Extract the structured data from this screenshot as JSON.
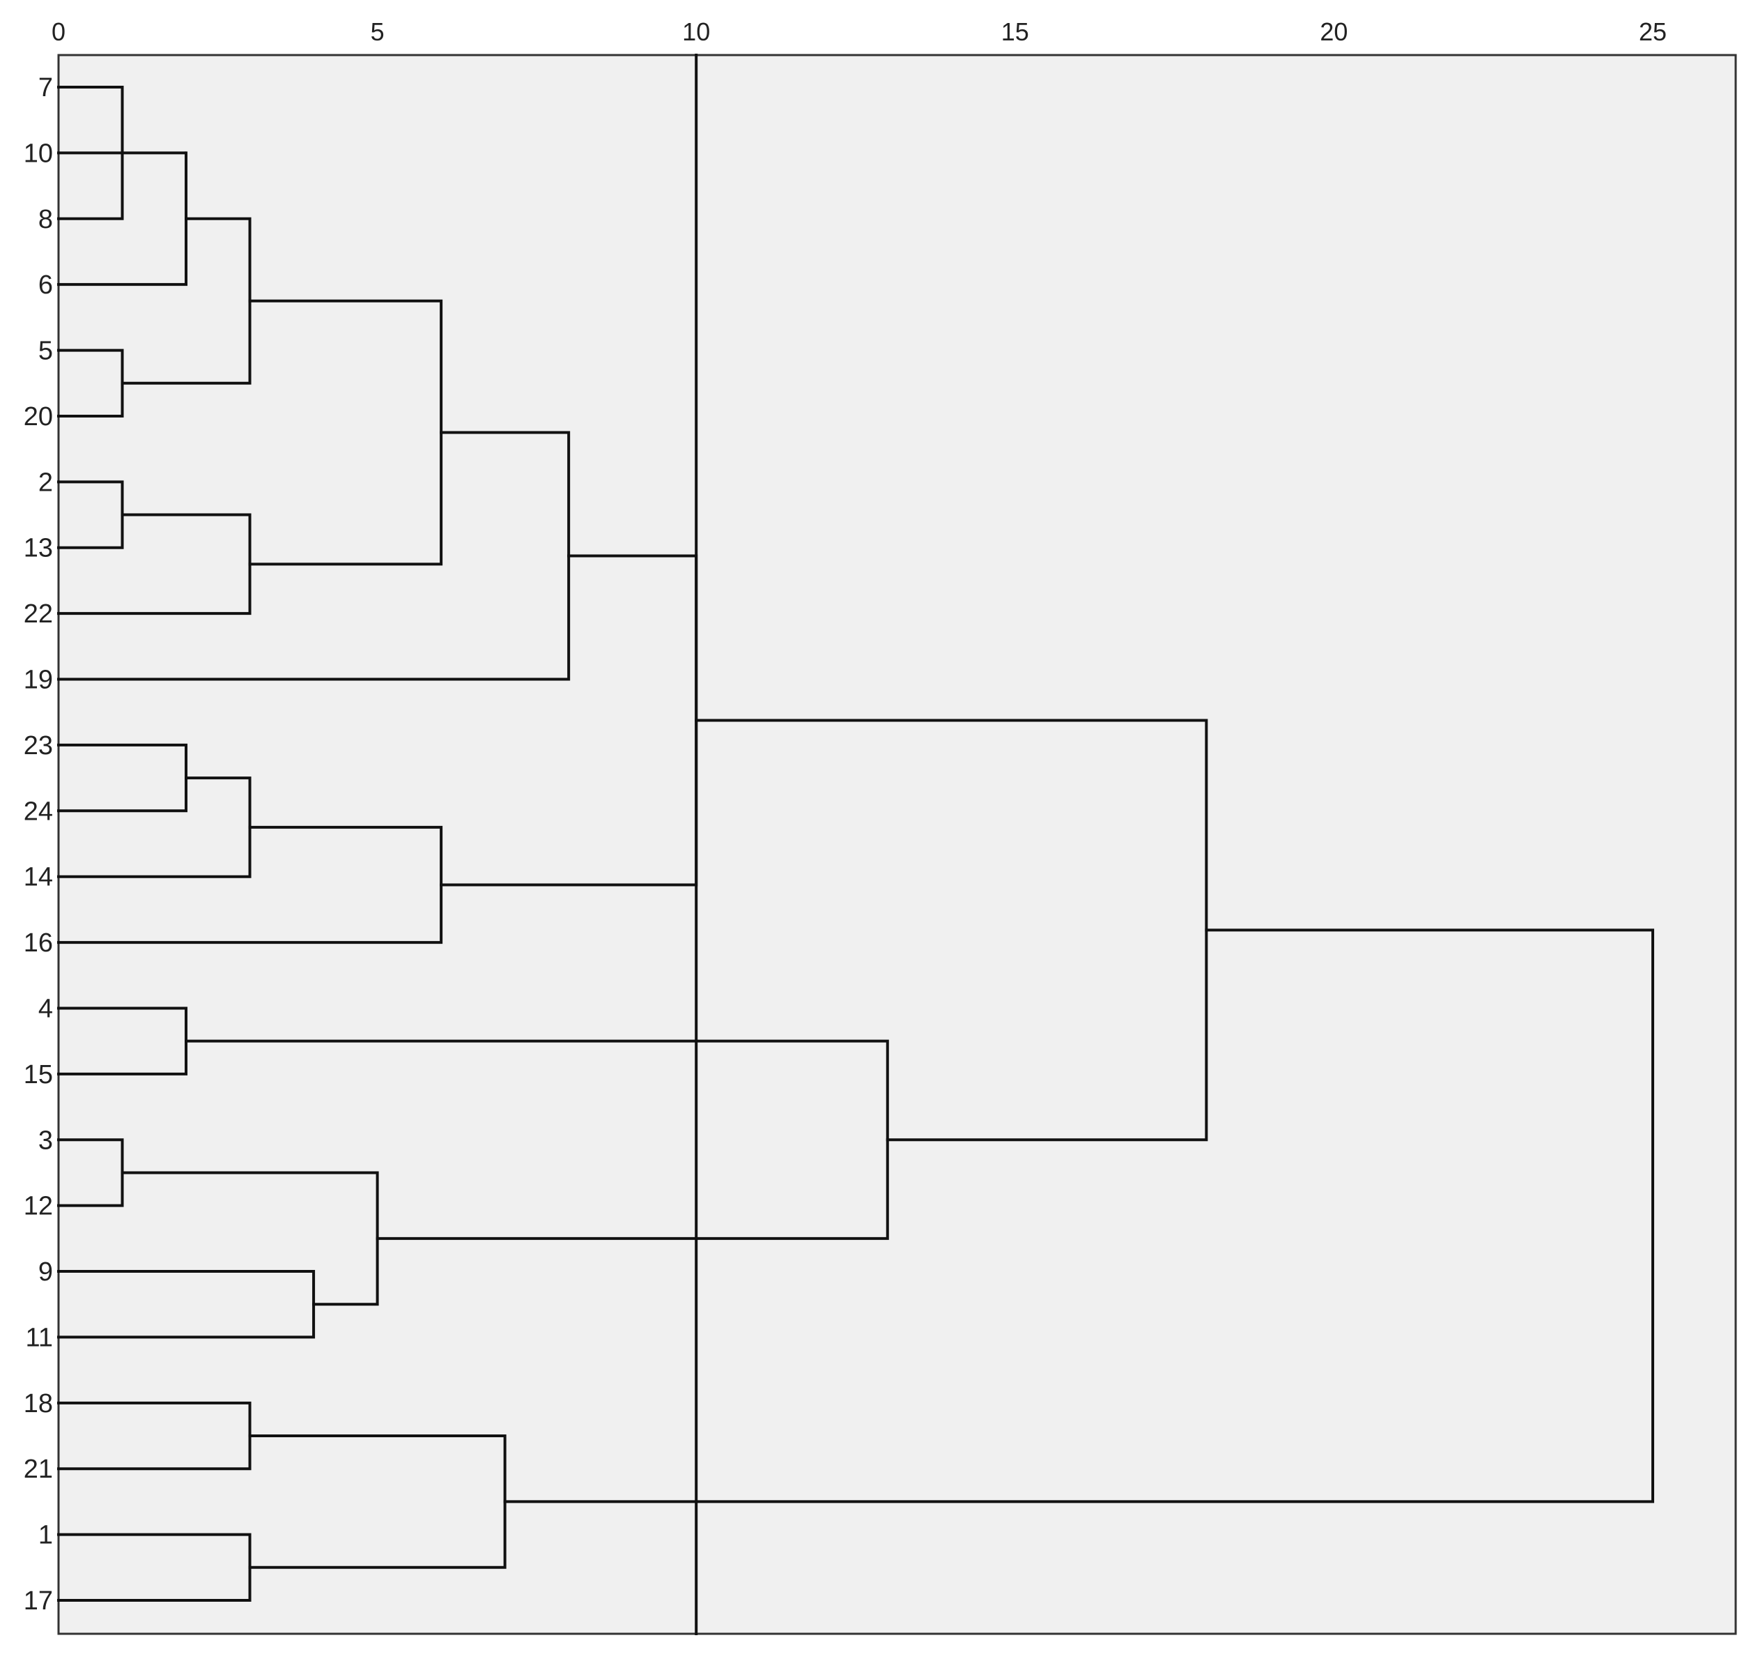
{
  "chart_data": {
    "type": "dendrogram",
    "title": "",
    "xlabel": "",
    "ylabel": "",
    "xlim": [
      0,
      26.3
    ],
    "x_ticks": [
      0,
      5,
      10,
      15,
      20,
      25
    ],
    "x_tick_labels": [
      "0",
      "5",
      "10",
      "15",
      "20",
      "25"
    ],
    "leaf_labels": [
      "7",
      "10",
      "8",
      "6",
      "5",
      "20",
      "2",
      "13",
      "22",
      "19",
      "23",
      "24",
      "14",
      "16",
      "4",
      "15",
      "3",
      "12",
      "9",
      "11",
      "18",
      "21",
      "1",
      "17"
    ],
    "merges": [
      {
        "children": [
          "7",
          "8"
        ],
        "height": 1
      },
      {
        "children": [
          "5",
          "20"
        ],
        "height": 1
      },
      {
        "children": [
          "2",
          "13"
        ],
        "height": 1
      },
      {
        "children": [
          "3",
          "12"
        ],
        "height": 1
      },
      {
        "children": [
          "10",
          "{7,8}"
        ],
        "height": 2
      },
      {
        "children": [
          "23",
          "24"
        ],
        "height": 2
      },
      {
        "children": [
          "4",
          "15"
        ],
        "height": 2
      },
      {
        "children": [
          "{7,8,10}",
          "6"
        ],
        "height": 2
      },
      {
        "children": [
          "{6,7,8,10}",
          "{5,20}"
        ],
        "height": 3
      },
      {
        "children": [
          "{2,13}",
          "22"
        ],
        "height": 3
      },
      {
        "children": [
          "{23,24}",
          "14"
        ],
        "height": 3
      },
      {
        "children": [
          "18",
          "21"
        ],
        "height": 3
      },
      {
        "children": [
          "1",
          "17"
        ],
        "height": 3
      },
      {
        "children": [
          "9",
          "11"
        ],
        "height": 4
      },
      {
        "children": [
          "{3,12}",
          "{9,11}"
        ],
        "height": 5
      },
      {
        "children": [
          "{5,6,7,8,10,20}",
          "{2,13,22}"
        ],
        "height": 6
      },
      {
        "children": [
          "{14,23,24}",
          "16"
        ],
        "height": 6
      },
      {
        "children": [
          "{18,21}",
          "{1,17}"
        ],
        "height": 7
      },
      {
        "children": [
          "{2,5,6,7,8,10,13,20,22}",
          "19"
        ],
        "height": 8
      },
      {
        "children": [
          "{2,5,6,7,8,10,13,19,20,22}",
          "{14,16,23,24}"
        ],
        "height": 10
      },
      {
        "children": [
          "{4,15}",
          "{3,9,11,12}"
        ],
        "height": 13
      },
      {
        "children": [
          "{2,5,6,7,8,10,13,14,16,19,20,22,23,24}",
          "{3,4,9,11,12,15}"
        ],
        "height": 18
      },
      {
        "children": [
          "{2,3,4,5,6,7,8,9,10,11,12,13,14,15,16,19,20,22,23,24}",
          "{1,17,18,21}"
        ],
        "height": 25
      }
    ],
    "cut_line": 10,
    "grid": false,
    "legend": "none",
    "background_color": "#f0f0f0",
    "line_color": "#111111"
  }
}
